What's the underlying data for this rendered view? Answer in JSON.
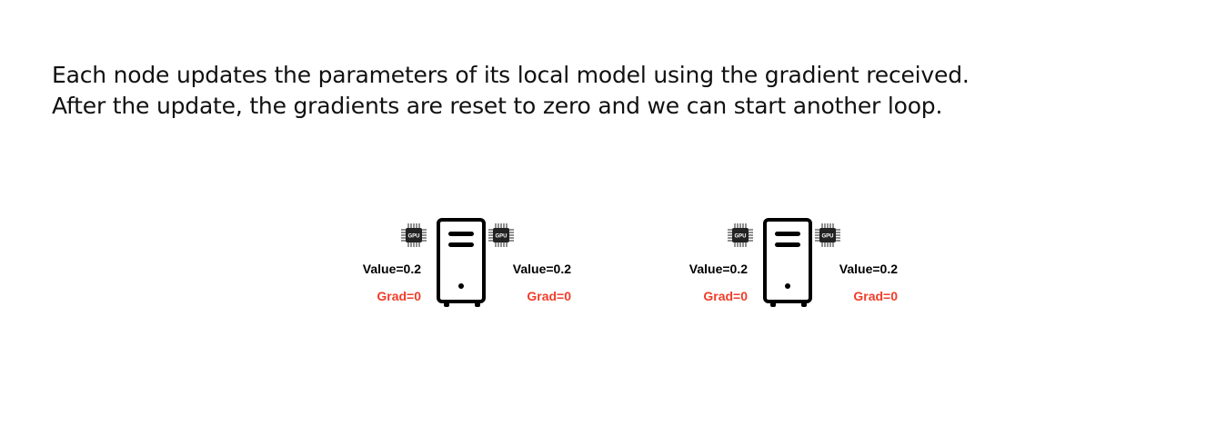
{
  "caption": {
    "line1": "Each node updates the parameters of its local model using the gradient received.",
    "line2": "After the update, the gradients are reset to zero and we can start another loop."
  },
  "gpu_label": "GPU",
  "colors": {
    "grad": "#f03c28",
    "value": "#000000"
  },
  "nodes": [
    {
      "left": {
        "value": "Value=0.2",
        "grad": "Grad=0"
      },
      "right": {
        "value": "Value=0.2",
        "grad": "Grad=0"
      }
    },
    {
      "left": {
        "value": "Value=0.2",
        "grad": "Grad=0"
      },
      "right": {
        "value": "Value=0.2",
        "grad": "Grad=0"
      }
    }
  ]
}
